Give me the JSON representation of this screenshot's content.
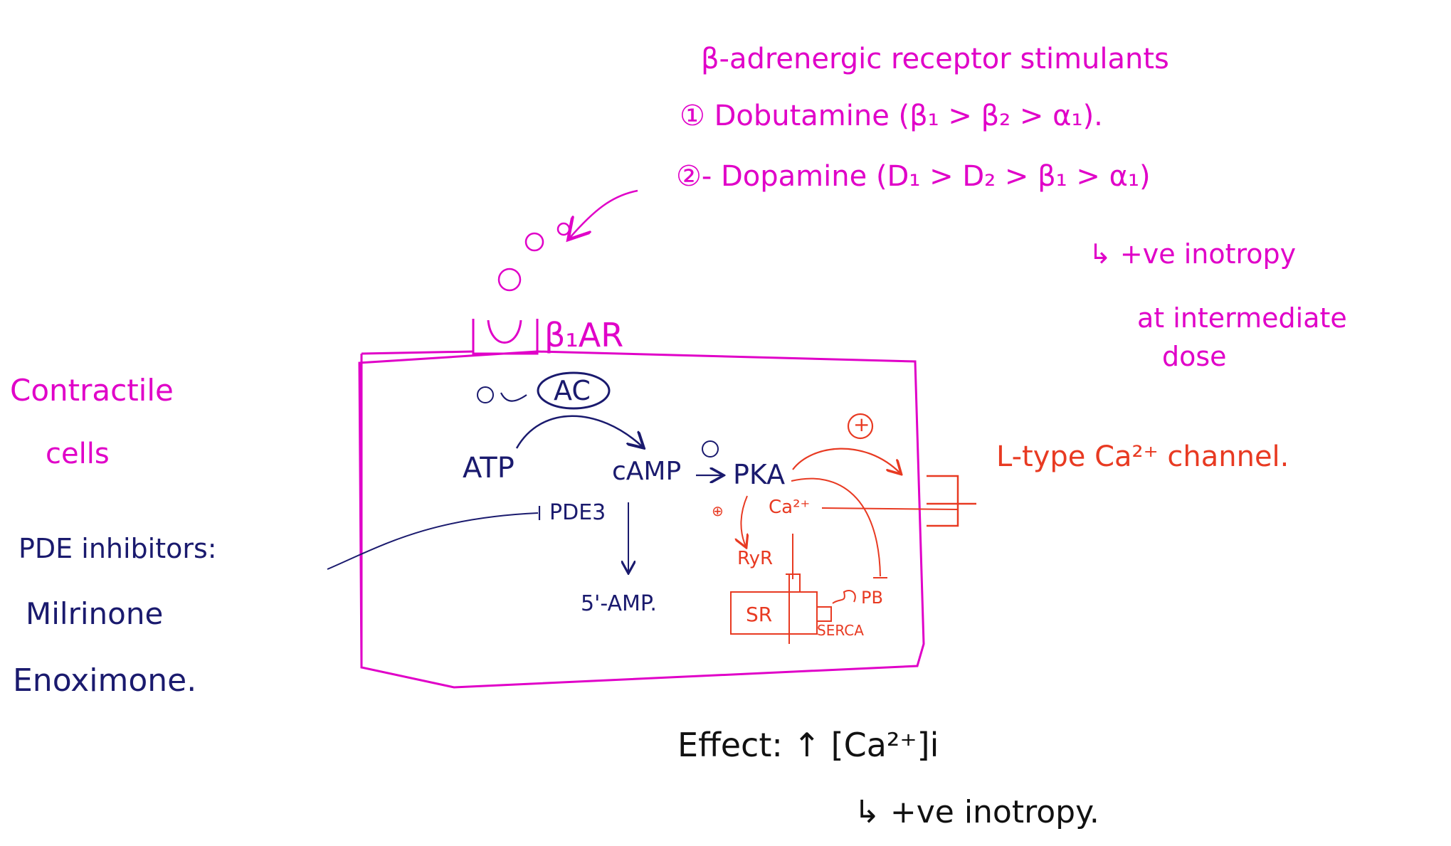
{
  "colors": {
    "magenta": "#e000c8",
    "navy": "#1a1a6e",
    "red": "#e83a22",
    "black": "#111111"
  },
  "beta_agonists": {
    "heading": "β-adrenergic receptor stimulants",
    "item1": "① Dobutamine (β₁ > β₂ > α₁).",
    "item2": "②- Dopamine (D₁ > D₂ > β₁ > α₁)",
    "note_line1": "↳ +ve inotropy",
    "note_line2": "at intermediate",
    "note_line3": "dose"
  },
  "cell": {
    "label_line1": "Contractile",
    "label_line2": "cells",
    "receptor_label": "β₁AR",
    "plus_ac": "⊕",
    "ac": "AC",
    "atp": "ATP",
    "camp": "cAMP",
    "plus_pka": "⊕",
    "pka": "PKA",
    "pde3": "PDE3",
    "five_amp": "5'-AMP.",
    "plus_ryr": "⊕",
    "ca_inside": "Ca²⁺",
    "ryr": "RyR",
    "sr": "SR",
    "serca": "SERCA",
    "pb": "PB",
    "plus_red": "+",
    "ltype_channel": "L-type Ca²⁺ channel."
  },
  "pde_inhibitors": {
    "heading": "PDE inhibitors:",
    "drug1": "Milrinone",
    "drug2": "Enoximone."
  },
  "effect": {
    "line1": "Effect: ↑ [Ca²⁺]i",
    "line2": "↳ +ve inotropy."
  },
  "icons": [
    "ligand-circle-icon",
    "arrow-icon"
  ]
}
